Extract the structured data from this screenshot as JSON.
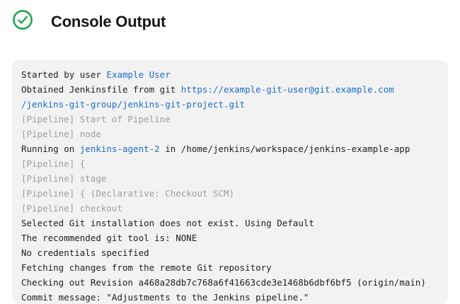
{
  "header": {
    "title": "Console Output",
    "status_icon": "success-check-icon"
  },
  "colors": {
    "success_green": "#20A84D",
    "link_blue": "#1B6EC8",
    "muted_text": "#9E9E9E",
    "console_text": "#1F1F1F",
    "console_background": "#F2F2F2",
    "title_text": "#14161A"
  },
  "console": {
    "lines": [
      [
        {
          "text": "Started by user ",
          "style": "plain"
        },
        {
          "text": "Example User",
          "style": "link"
        }
      ],
      [
        {
          "text": "Obtained Jenkinsfile from git ",
          "style": "plain"
        },
        {
          "text": "https://example-git-user@git.example.com",
          "style": "link"
        }
      ],
      [
        {
          "text": "/jenkins-git-group/jenkins-git-project.git",
          "style": "link"
        }
      ],
      [
        {
          "text": "[Pipeline] Start of Pipeline",
          "style": "muted"
        }
      ],
      [
        {
          "text": "[Pipeline] node",
          "style": "muted"
        }
      ],
      [
        {
          "text": "Running on ",
          "style": "plain"
        },
        {
          "text": "jenkins-agent-2",
          "style": "link"
        },
        {
          "text": " in /home/jenkins/workspace/jenkins-example-app",
          "style": "plain"
        }
      ],
      [
        {
          "text": "[Pipeline] {",
          "style": "muted"
        }
      ],
      [
        {
          "text": "[Pipeline] stage",
          "style": "muted"
        }
      ],
      [
        {
          "text": "[Pipeline] { (Declarative: Checkout SCM)",
          "style": "muted"
        }
      ],
      [
        {
          "text": "[Pipeline] checkout",
          "style": "muted"
        }
      ],
      [
        {
          "text": "Selected Git installation does not exist. Using Default",
          "style": "plain"
        }
      ],
      [
        {
          "text": "The recommended git tool is: NONE",
          "style": "plain"
        }
      ],
      [
        {
          "text": "No credentials specified",
          "style": "plain"
        }
      ],
      [
        {
          "text": "Fetching changes from the remote Git repository",
          "style": "plain"
        }
      ],
      [
        {
          "text": "Checking out Revision a468a28db7c768a6f41663cde3e1468b6dbf6bf5 (origin/main)",
          "style": "plain"
        }
      ],
      [
        {
          "text": "Commit message: \"Adjustments to the Jenkins pipeline.\"",
          "style": "plain"
        }
      ]
    ]
  }
}
